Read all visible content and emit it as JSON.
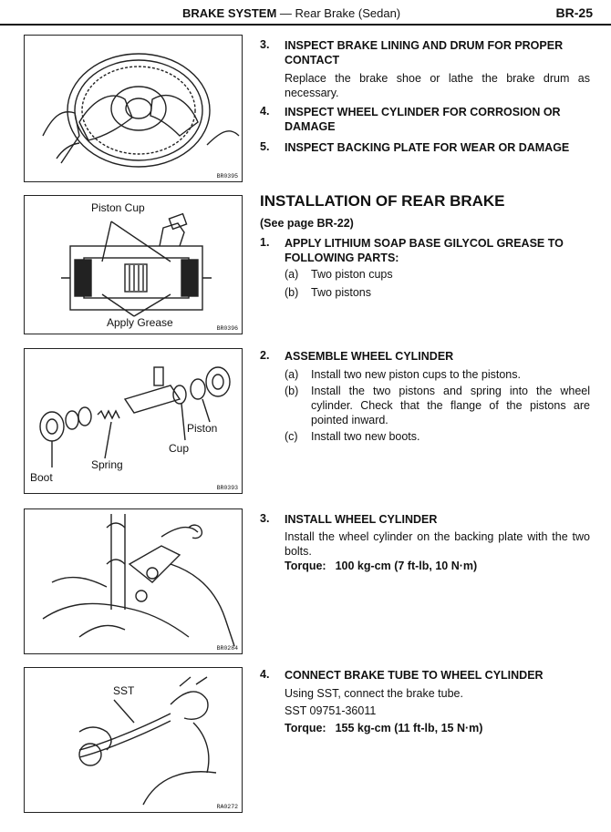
{
  "header": {
    "title_bold": "BRAKE SYSTEM",
    "title_rest": " — Rear Brake (Sedan)",
    "page": "BR-25"
  },
  "figures": [
    {
      "code": "BR0395"
    },
    {
      "code": "BR0396",
      "labels": [
        "Piston Cup",
        "Apply Grease"
      ]
    },
    {
      "code": "BR0393",
      "labels": [
        "Piston",
        "Cup",
        "Spring",
        "Boot"
      ]
    },
    {
      "code": "BR0284"
    },
    {
      "code": "RA0272",
      "labels": [
        "SST"
      ]
    }
  ],
  "inspect": [
    {
      "num": "3.",
      "head": "INSPECT BRAKE LINING AND DRUM FOR PROPER CONTACT",
      "body": "Replace the brake shoe or lathe the brake drum as necessary."
    },
    {
      "num": "4.",
      "head": "INSPECT WHEEL CYLINDER FOR CORROSION OR DAMAGE"
    },
    {
      "num": "5.",
      "head": "INSPECT BACKING PLATE FOR WEAR OR DAMAGE"
    }
  ],
  "install": {
    "section_title": "INSTALLATION OF REAR BRAKE",
    "see_page": "(See page BR-22)",
    "steps": [
      {
        "num": "1.",
        "head": "APPLY LITHIUM SOAP BASE GILYCOL GREASE TO FOLLOWING PARTS:",
        "items": [
          {
            "l": "(a)",
            "t": "Two piston cups"
          },
          {
            "l": "(b)",
            "t": "Two pistons"
          }
        ]
      },
      {
        "num": "2.",
        "head": "ASSEMBLE WHEEL CYLINDER",
        "items": [
          {
            "l": "(a)",
            "t": "Install two new piston cups to the pistons."
          },
          {
            "l": "(b)",
            "t": "Install the two pistons and spring into the wheel cylinder. Check that the flange of the pistons are pointed inward."
          },
          {
            "l": "(c)",
            "t": "Install two new boots."
          }
        ]
      },
      {
        "num": "3.",
        "head": "INSTALL WHEEL CYLINDER",
        "body": "Install the wheel cylinder on the backing plate with the two bolts.",
        "torque_label": "Torque:",
        "torque_value": "100 kg-cm (7 ft-lb, 10 N·m)"
      },
      {
        "num": "4.",
        "head": "CONNECT BRAKE TUBE TO WHEEL CYLINDER",
        "body": "Using SST, connect the brake tube.",
        "sst": "SST 09751-36011",
        "torque_label": "Torque:",
        "torque_value": "155 kg-cm (11 ft-lb, 15 N·m)"
      }
    ]
  }
}
